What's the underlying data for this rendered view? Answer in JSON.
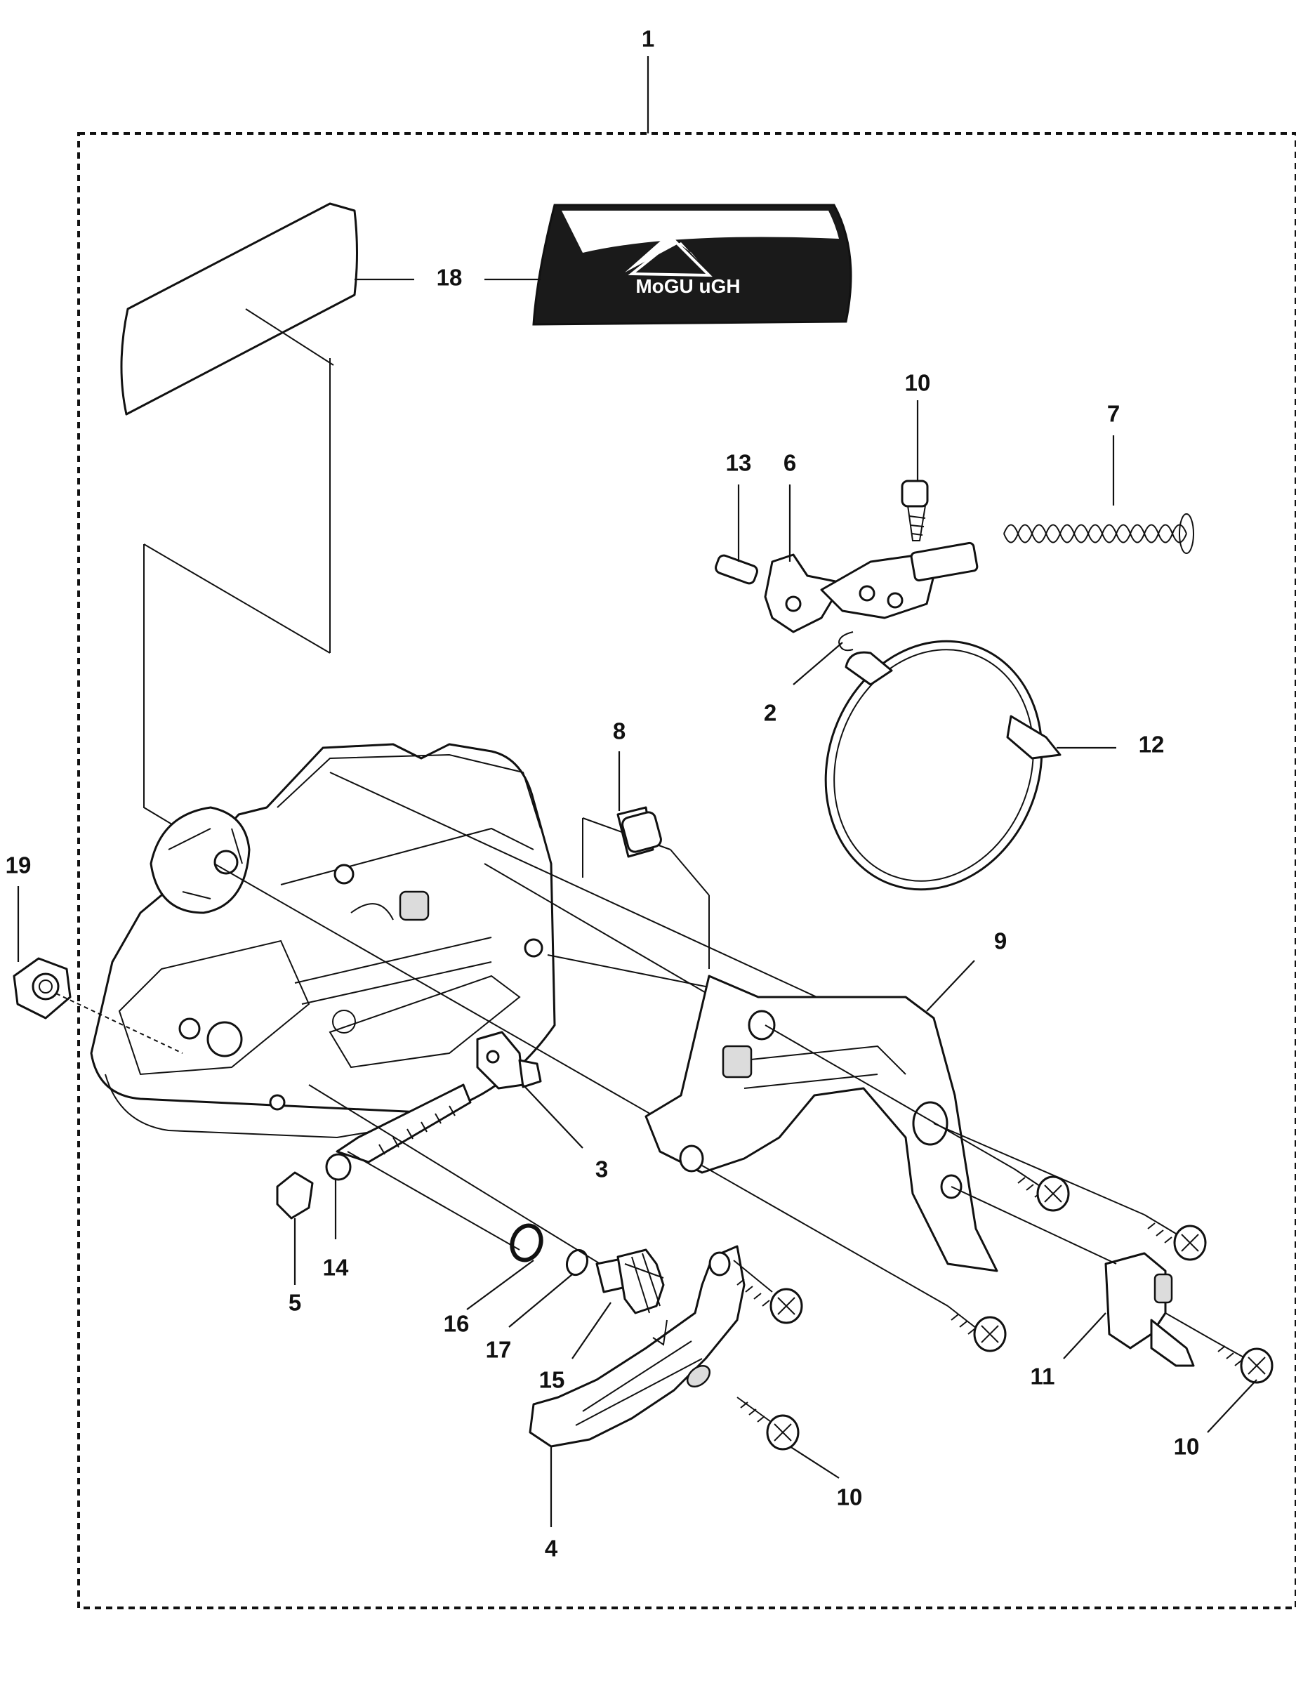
{
  "assembly_callout": "1",
  "callouts": [
    {
      "id": "c18",
      "label": "18"
    },
    {
      "id": "c10a",
      "label": "10"
    },
    {
      "id": "c7",
      "label": "7"
    },
    {
      "id": "c13",
      "label": "13"
    },
    {
      "id": "c6",
      "label": "6"
    },
    {
      "id": "c2",
      "label": "2"
    },
    {
      "id": "c12",
      "label": "12"
    },
    {
      "id": "c8",
      "label": "8"
    },
    {
      "id": "c19",
      "label": "19"
    },
    {
      "id": "c9",
      "label": "9"
    },
    {
      "id": "c3",
      "label": "3"
    },
    {
      "id": "c14",
      "label": "14"
    },
    {
      "id": "c5",
      "label": "5"
    },
    {
      "id": "c16",
      "label": "16"
    },
    {
      "id": "c17",
      "label": "17"
    },
    {
      "id": "c15",
      "label": "15"
    },
    {
      "id": "c11",
      "label": "11"
    },
    {
      "id": "c10b",
      "label": "10"
    },
    {
      "id": "c10c",
      "label": "10"
    },
    {
      "id": "c4",
      "label": "4"
    }
  ],
  "decal_text": "MoGU  uGH",
  "colors": {
    "ink": "#111111",
    "background": "#ffffff"
  }
}
